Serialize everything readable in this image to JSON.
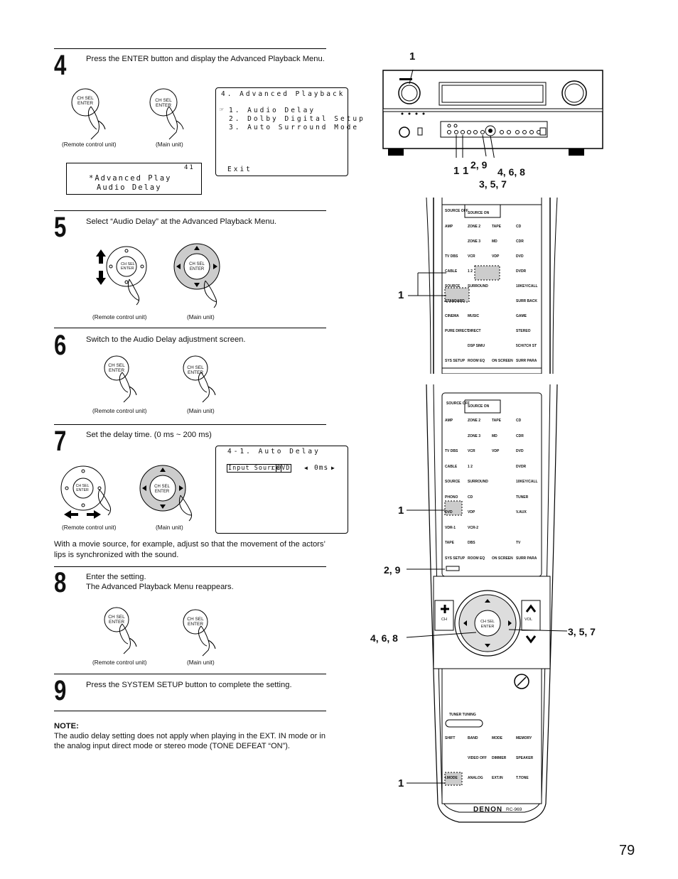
{
  "steps": [
    {
      "number": "4",
      "text": "Press the ENTER button and display the Advanced Playback Menu.",
      "remote_caption": "(Remote control unit)",
      "main_caption": "(Main unit)"
    },
    {
      "number": "5",
      "text": "Select “Audio Delay” at the Advanced Playback Menu.",
      "remote_caption": "(Remote control unit)",
      "main_caption": "(Main unit)"
    },
    {
      "number": "6",
      "text": "Switch to the Audio Delay adjustment screen.",
      "remote_caption": "(Remote control unit)",
      "main_caption": "(Main unit)"
    },
    {
      "number": "7",
      "text": "Set the delay time. (0 ms ~ 200 ms)",
      "remote_caption": "(Remote control unit)",
      "main_caption": "(Main unit)",
      "extra": "With a movie source, for example, adjust so that the movement of the actors’ lips is synchronized with the sound."
    },
    {
      "number": "8",
      "text_line1": "Enter the setting.",
      "text_line2": "The Advanced Playback Menu reappears.",
      "remote_caption": "(Remote control unit)",
      "main_caption": "(Main unit)"
    },
    {
      "number": "9",
      "text": "Press the SYSTEM SETUP button to complete the setting."
    }
  ],
  "button_label_line1": "CH SEL",
  "button_label_line2": "ENTER",
  "osd_menu": {
    "title": "4. Advanced Playback",
    "items": [
      "1. Audio Delay",
      "2. Dolby Digital Setup",
      "3. Auto Surround Mode"
    ],
    "cursor": "☞",
    "exit": "Exit"
  },
  "lcd": {
    "code": "41",
    "line1": "*Advanced Play",
    "line2": "Audio Delay"
  },
  "osd_delay": {
    "title": "4-1. Auto Delay",
    "field": "Input Source",
    "colon": ":",
    "source": "DVD",
    "left_arrow": "◀",
    "value": "0ms",
    "right_arrow": "▶"
  },
  "note": {
    "label": "NOTE:",
    "text": "The audio delay setting does not apply when playing in the EXT. IN mode or in the analog input direct mode or stereo mode (TONE DEFEAT “ON”)."
  },
  "callouts": {
    "front_top": "1",
    "front_a": "1",
    "front_b": "1",
    "front_c": "2, 9",
    "front_d": "4, 6, 8",
    "front_e": "3, 5, 7",
    "remote1_label": "1",
    "remote2_a": "1",
    "remote2_b": "2, 9",
    "remote2_c": "4, 6, 8",
    "remote2_d": "3, 5, 7",
    "remote2_e": "1"
  },
  "remote1": {
    "tabs": [
      "SOURCE OFF",
      "SOURCE ON"
    ],
    "rows": [
      [
        "AMP",
        "ZONE 2",
        "TAPE",
        "CD"
      ],
      [
        "",
        "ZONE 3",
        "MD",
        "CDR"
      ],
      [
        "TV DBS",
        "VCR",
        "VDP",
        "DVD"
      ],
      [
        "CABLE",
        "1 2",
        "",
        "DVDR"
      ],
      [
        "SOURCE",
        "SURROUND",
        "",
        "10KEY/CALL"
      ],
      [
        "STANDARD",
        "",
        "",
        "SURR BACK"
      ],
      [
        "CINEMA",
        "MUSIC",
        "",
        "GAME"
      ],
      [
        "PURE DIRECT",
        "DIRECT",
        "",
        "STEREO"
      ],
      [
        "",
        "DSP SIMU",
        "",
        "5CH/7CH ST"
      ],
      [
        "SYS SETUP",
        "ROOM EQ",
        "ON SCREEN",
        "SURR PARA"
      ]
    ]
  },
  "remote2": {
    "tabs": [
      "SOURCE OFF",
      "SOURCE ON"
    ],
    "rows": [
      [
        "AMP",
        "ZONE 2",
        "TAPE",
        "CD"
      ],
      [
        "",
        "ZONE 3",
        "MD",
        "CDR"
      ],
      [
        "TV DBS",
        "VCR",
        "VDP",
        "DVD"
      ],
      [
        "CABLE",
        "1 2",
        "",
        "DVDR"
      ],
      [
        "SOURCE",
        "SURROUND",
        "",
        "10KEY/CALL"
      ],
      [
        "PHONO",
        "CD",
        "",
        "TUNER"
      ],
      [
        "DVD",
        "VDP",
        "",
        "V.AUX"
      ],
      [
        "VDR-1",
        "VCR-2",
        "",
        ""
      ],
      [
        "TAPE",
        "DBS",
        "",
        "TV"
      ],
      [
        "SYS SETUP",
        "ROOM EQ",
        "ON SCREEN",
        "SURR PARA"
      ]
    ],
    "ch_label": "CH",
    "vol_label": "VOL",
    "tuner_label": "TUNER TUNING",
    "lower_rows": [
      [
        "SHIFT",
        "BAND",
        "MODE",
        "MEMORY"
      ],
      [
        "",
        "VIDEO OFF",
        "DIMMER",
        "SPEAKER"
      ],
      [
        "I.MODE",
        "ANALOG",
        "EXT.IN",
        "T.TONE"
      ]
    ],
    "brand": "DENON",
    "model": "RC-969"
  },
  "page_number": "79"
}
